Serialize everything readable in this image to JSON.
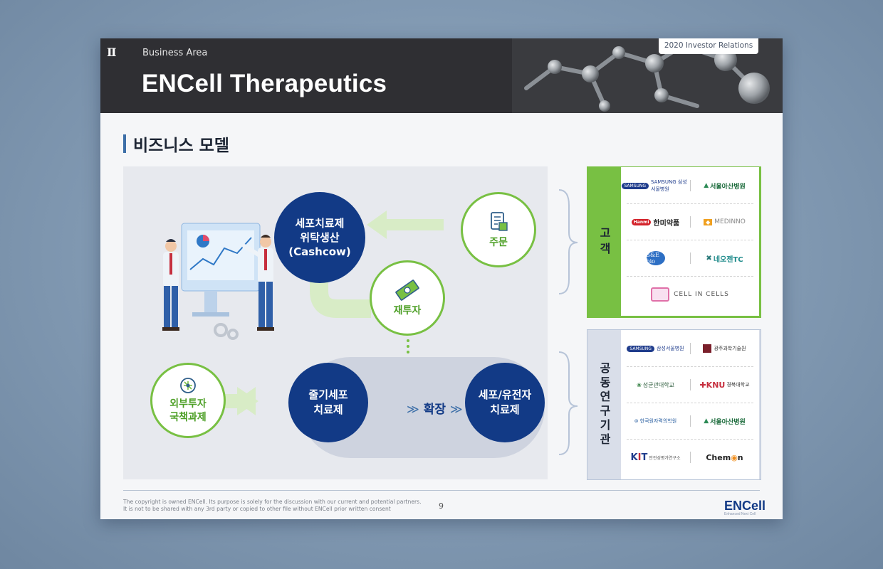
{
  "header": {
    "roman": "Ⅱ",
    "section": "Business Area",
    "title": "ENCell Therapeutics",
    "badge": "2020 Investor Relations"
  },
  "heading": "비즈니스 모델",
  "diagram": {
    "cashcow": [
      "세포치료제",
      "위탁생산",
      "(Cashcow)"
    ],
    "order": "주문",
    "reinvest": "재투자",
    "external": [
      "외부투자",
      "국책과제"
    ],
    "stem": [
      "줄기세포",
      "치료제"
    ],
    "expand": "확장",
    "gene": [
      "세포/유전자",
      "치료제"
    ]
  },
  "customers": {
    "label": "고객",
    "rows": [
      [
        "SAMSUNG 삼성서울병원",
        "서울아산병원"
      ],
      [
        "Hanmi 한미약품",
        "MEDINNO"
      ],
      [
        "S&E bio",
        "네오젠TC"
      ],
      [
        "CELL IN CELLS"
      ]
    ]
  },
  "research": {
    "label": "공동연구기관",
    "rows": [
      [
        "SAMSUNG 삼성서울병원",
        "광주과학기술원"
      ],
      [
        "성균관대학교",
        "KNU 경북대학교"
      ],
      [
        "한국원자력의학원",
        "서울아산병원"
      ],
      [
        "KIT 안전성평가연구소",
        "Chemon"
      ]
    ]
  },
  "footer": {
    "note1": "The copyright is owned ENCell. Its purpose is solely for the discussion with our current and potential partners.",
    "note2": "It is not to be shared with any 3rd party or copied to other file without ENCell prior written consent",
    "page": "9",
    "logo": "ENCell",
    "logo_sub": "Enhanced Next Cell"
  },
  "colors": {
    "navy": "#123a86",
    "green": "#78c043",
    "header": "#2f2f33"
  }
}
